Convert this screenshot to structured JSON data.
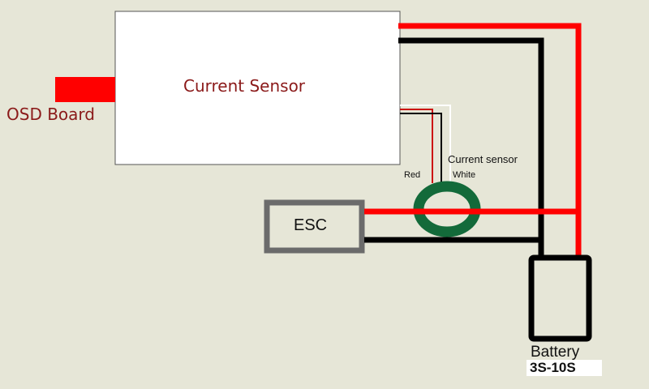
{
  "diagram": {
    "title": "Current sensor wiring diagram",
    "nodes": {
      "current_sensor_module": "Current Sensor",
      "osd_board": "OSD Board",
      "esc": "ESC",
      "sensor_ring_label": "Current sensor",
      "red_wire_label": "Red",
      "white_wire_label": "White",
      "battery": "Battery",
      "battery_range": "3S-10S"
    },
    "colors": {
      "background": "#e6e6d7",
      "positive_wire": "#ff0000",
      "negative_wire": "#000000",
      "sensor_ring": "#136a3a",
      "esc_border": "#6b6b6b",
      "label_text": "#8b1a1a"
    },
    "connections": [
      {
        "from": "Current Sensor",
        "to": "Battery",
        "wire": "red"
      },
      {
        "from": "Current Sensor",
        "to": "Battery",
        "wire": "black"
      },
      {
        "from": "ESC",
        "to": "Battery",
        "wire": "red",
        "through": "Current sensor"
      },
      {
        "from": "ESC",
        "to": "Battery",
        "wire": "black"
      },
      {
        "from": "Current sensor",
        "to": "Current Sensor",
        "wire": "red/white signal"
      },
      {
        "from": "OSD Board",
        "to": "Current Sensor",
        "wire": "red"
      }
    ]
  }
}
